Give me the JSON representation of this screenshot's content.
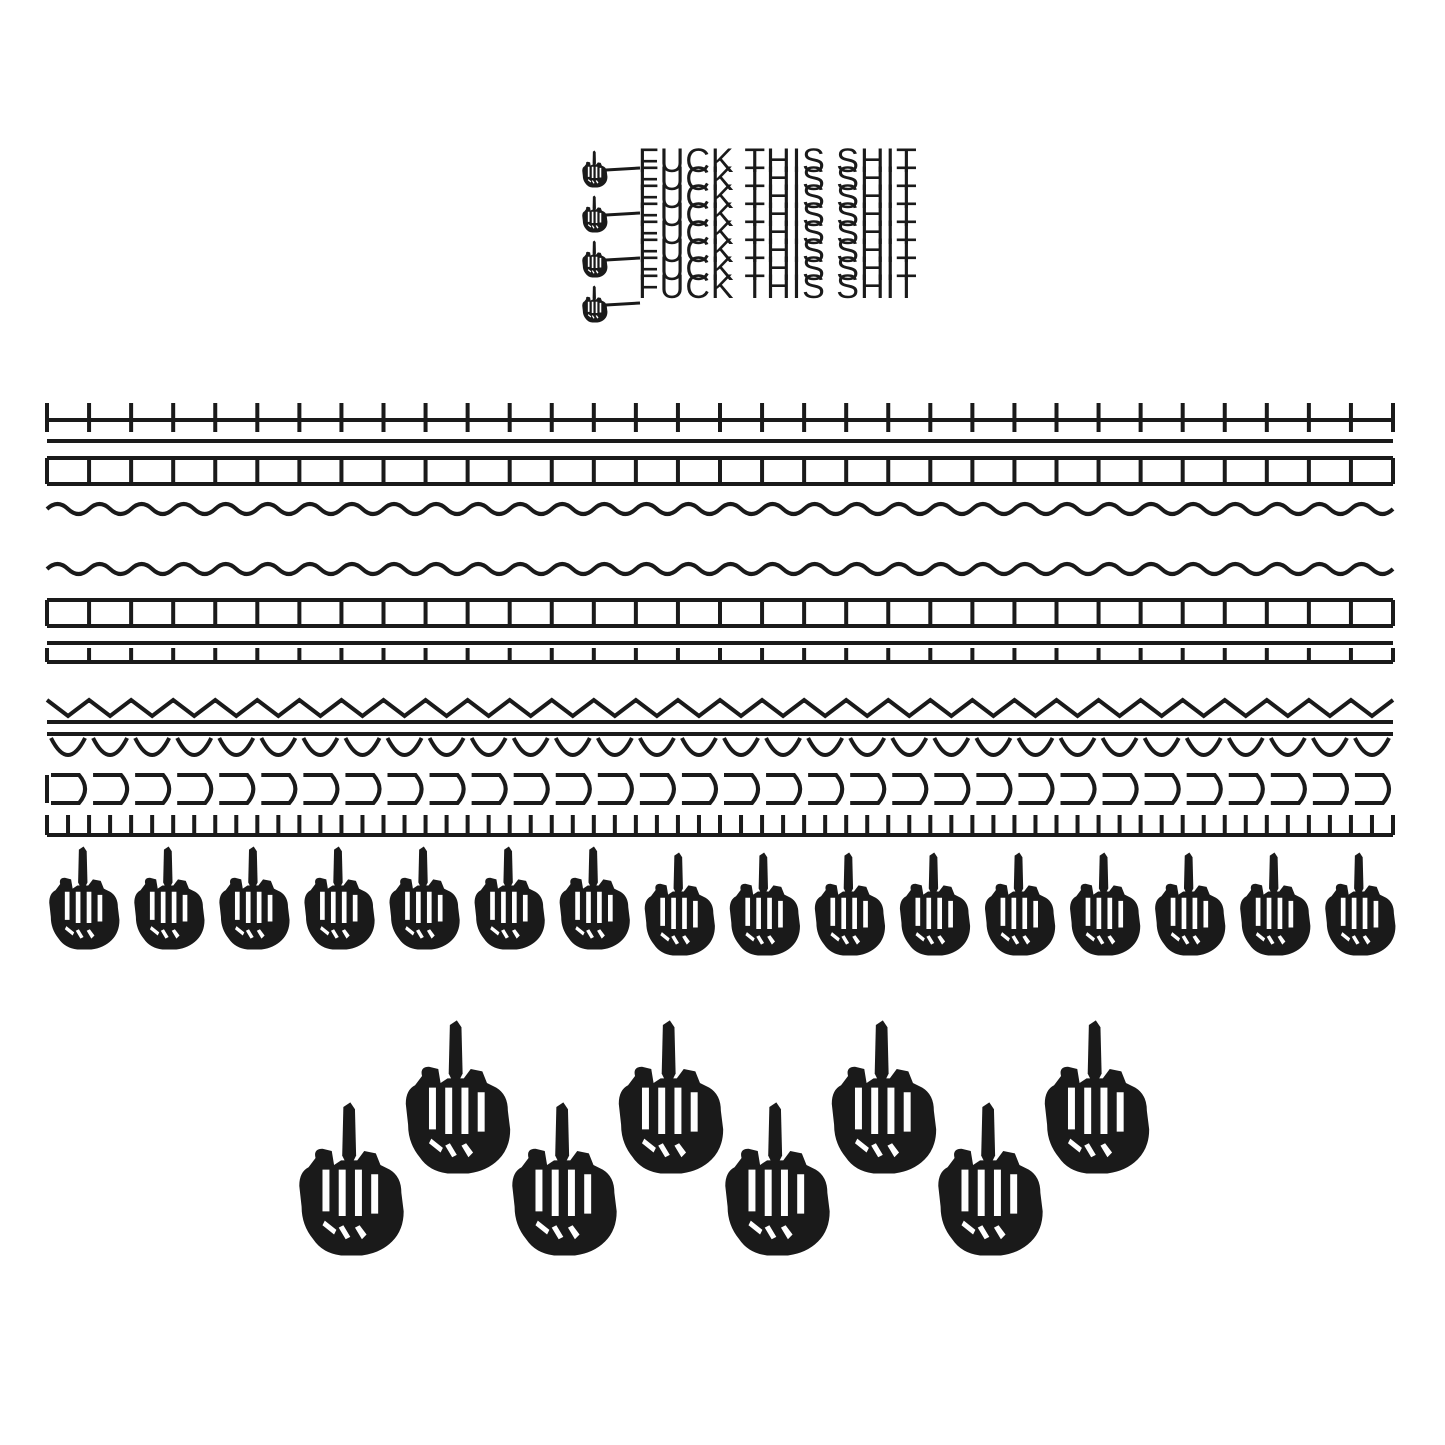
{
  "design": {
    "text_line": "FUCK THIS SHIT",
    "text_repeats": 8,
    "ink_color": "#1a1a1a",
    "background_color": "#ffffff"
  },
  "border_strips": [
    {
      "pattern": "t-ticks"
    },
    {
      "pattern": "brick-blocks"
    },
    {
      "pattern": "s-waves"
    },
    {
      "pattern": "s-waves"
    },
    {
      "pattern": "brick-blocks"
    },
    {
      "pattern": "t-ticks"
    },
    {
      "pattern": "zigzag"
    },
    {
      "pattern": "u-cups"
    },
    {
      "pattern": "d-hooks"
    },
    {
      "pattern": "comb-ticks"
    }
  ],
  "icons": {
    "small_row_count": 16,
    "large_count": 8,
    "icon_name": "skeleton-middle-finger-icon"
  }
}
